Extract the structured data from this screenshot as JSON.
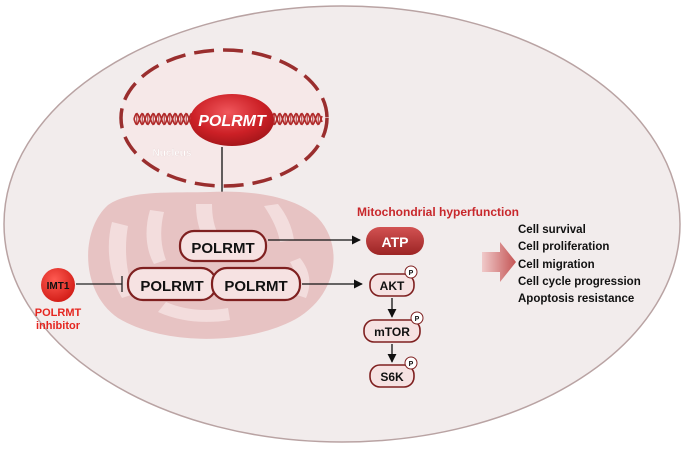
{
  "nucleus": {
    "gene_label": "POLRMT",
    "label": "Nucleus"
  },
  "mito": {
    "heading": "Mitochondrial hyperfunction",
    "top_complex": "POLRMT",
    "dimer_left": "POLRMT",
    "dimer_right": "POLRMT"
  },
  "inhibitor": {
    "drug": "IMT1",
    "line1": "POLRMT",
    "line2": "inhibitor"
  },
  "pathway": {
    "atp": "ATP",
    "akt": "AKT",
    "mtor": "mTOR",
    "s6k": "S6K",
    "phospho": "P"
  },
  "outcomes": [
    "Cell survival",
    "Cell proliferation",
    "Cell migration",
    "Cell cycle progression",
    "Apoptosis resistance"
  ],
  "colors": {
    "cell_fill": "#f2ecec",
    "cell_stroke": "#b9a3a3",
    "nucleus_dash": "#9a2e2e",
    "nucleus_fill": "#f6e8e8",
    "mito_fill": "#e7c3c3",
    "crista_fill": "#f3dddd",
    "node_fill": "#f6e2e2",
    "node_stroke": "#7f2020",
    "accent_red": "#c8282c",
    "dark_red": "#b02a2a",
    "imt1_red": "#e52620",
    "arrow_fill": "#c45a5a"
  }
}
